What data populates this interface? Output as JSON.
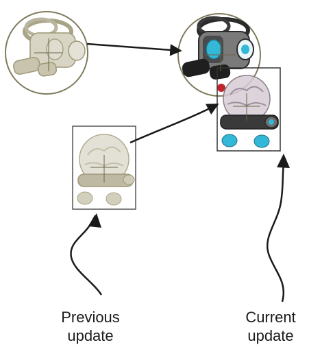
{
  "labels": {
    "previous": [
      "Previous",
      "update"
    ],
    "current": [
      "Current",
      "update"
    ]
  },
  "colors": {
    "ghost_fill": "#d8d5c4",
    "ghost_fill_dark": "#b9b59e",
    "ghost_stroke": "#9c9877",
    "outline": "#7f7a5c",
    "crosshair": "#6a6648",
    "arrow": "#1a1a1a",
    "body_dark": "#2b2b2b",
    "body_gray": "#7a7a7a",
    "accent_cyan": "#34b8d8",
    "brain": "#c9bcc8",
    "red": "#c0262b"
  },
  "icons": [
    "previous-head-sprite",
    "previous-body-sprite",
    "current-head-sprite",
    "current-body-sprite"
  ]
}
